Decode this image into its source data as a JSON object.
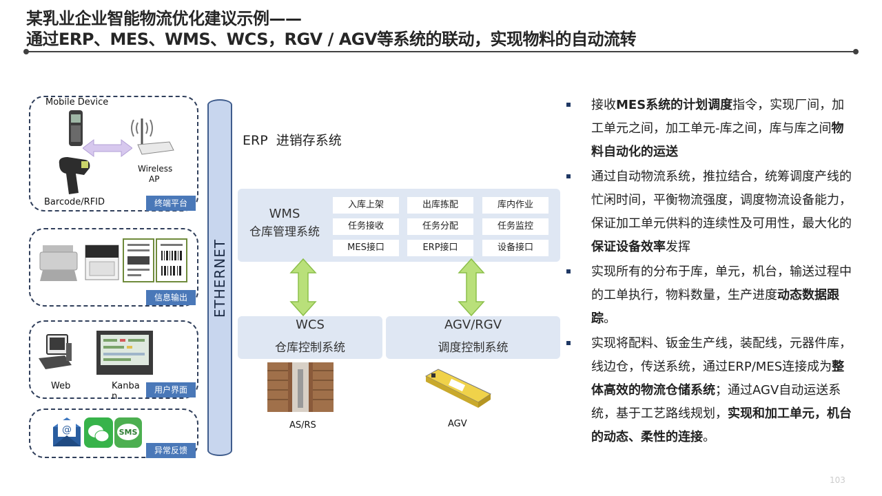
{
  "header": {
    "title_line1": "某乳业企业智能物流优化建议示例——",
    "title_line2": "通过ERP、MES、WMS、WCS，RGV / AGV等系统的联动，实现物料的自动流转"
  },
  "left_groups": {
    "terminal": {
      "mobile_device": "Mobile Device",
      "wireless_ap_1": "Wireless",
      "wireless_ap_2": "AP",
      "barcode_rfid": "Barcode/RFID",
      "tag": "终端平台"
    },
    "info_output": {
      "tag": "信息输出"
    },
    "user_interface": {
      "web": "Web",
      "kanban_1": "Kanba",
      "kanban_2": "n",
      "tag": "用户界面"
    },
    "exception_feedback": {
      "sms": "SMS",
      "tag": "异常反馈"
    }
  },
  "ethernet": "ETHERNET",
  "erp": {
    "name": "ERP",
    "desc": "进销存系统"
  },
  "wms": {
    "name": "WMS",
    "desc": "仓库管理系统",
    "cells": [
      [
        "入库上架",
        "出库拣配",
        "库内作业"
      ],
      [
        "任务接收",
        "任务分配",
        "任务监控"
      ],
      [
        "MES接口",
        "ERP接口",
        "设备接口"
      ]
    ]
  },
  "wcs": {
    "name": "WCS",
    "desc": "仓库控制系统",
    "image_label": "AS/RS"
  },
  "agv": {
    "name": "AGV/RGV",
    "desc": "调度控制系统",
    "image_label": "AGV"
  },
  "bullets": {
    "b1_a": "接收",
    "b1_b": "MES系统的计划调度",
    "b1_c": "指令，实现厂间，加工单元之间，加工单元-库之间，库与库之间",
    "b1_d": "物料自动化的运送",
    "b2_a": "通过自动物流系统，推拉结合，统筹调度产线的忙闲时间，平衡物流强度，调度物流设备能力，保证加工单元供料的连续性及可用性，最大化的",
    "b2_b": "保证设备效率",
    "b2_c": "发挥",
    "b3_a": "实现所有的分布于库，单元，机台，输送过程中的工单执行，物料数量，生产进度",
    "b3_b": "动态数据跟踪",
    "b3_c": "。",
    "b4_a": "实现将配料、钣金生产线，装配线，元器件库，线边仓，传送系统，通过ERP/MES连接成为",
    "b4_b": "整体高效的物流仓储系统",
    "b4_c": "；通过AGV自动运送系统，基于工艺路线规划，",
    "b4_d": "实现和加工单元，机台的动态、柔性的连接",
    "b4_e": "。"
  },
  "page_number": "103",
  "colors": {
    "tag_blue": "#4a78b8",
    "panel_blue": "#dfe7f3",
    "arrow_green": "#b9e07a",
    "bullet_square": "#1f3864"
  }
}
